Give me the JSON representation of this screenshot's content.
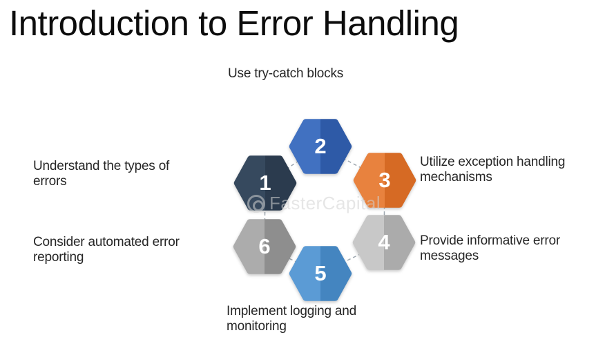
{
  "title": "Introduction to Error Handling",
  "watermark": "FasterCapital",
  "diagram": {
    "type": "hexagon-cycle",
    "connector_color": "#9FA8B0",
    "steps": [
      {
        "number": "1",
        "label": "Understand the types of errors",
        "color_left": "#36495E",
        "color_right": "#2B3B4E",
        "label_position": "middle-left"
      },
      {
        "number": "2",
        "label": "Use try-catch blocks",
        "color_left": "#4171C1",
        "color_right": "#2E5AA7",
        "label_position": "top"
      },
      {
        "number": "3",
        "label": "Utilize exception handling mechanisms",
        "color_left": "#E8823E",
        "color_right": "#D66A24",
        "label_position": "middle-right"
      },
      {
        "number": "4",
        "label": "Provide informative error messages",
        "color_left": "#C8C8C8",
        "color_right": "#ABABAB",
        "label_position": "lower-right"
      },
      {
        "number": "5",
        "label": "Implement logging and monitoring",
        "color_left": "#5B9BD5",
        "color_right": "#4485C0",
        "label_position": "bottom"
      },
      {
        "number": "6",
        "label": "Consider automated error reporting",
        "color_left": "#ACACAC",
        "color_right": "#8E8E8E",
        "label_position": "lower-left"
      }
    ]
  }
}
